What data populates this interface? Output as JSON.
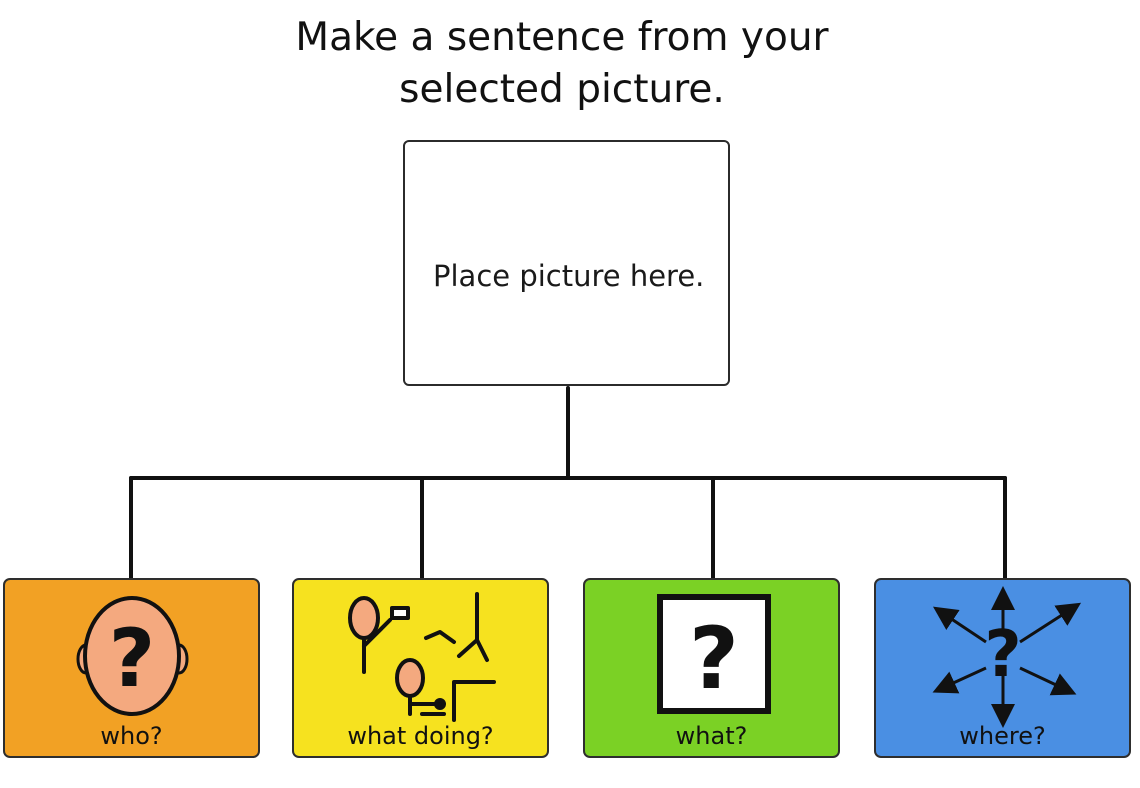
{
  "title": {
    "line1": "Make a sentence from your",
    "line2": "selected picture."
  },
  "center_box": {
    "placeholder": "Place picture here."
  },
  "cards": [
    {
      "label": "who?",
      "color": "#f2a124",
      "icon": "who-question-head-icon"
    },
    {
      "label": "what doing?",
      "color": "#f6e21f",
      "icon": "what-doing-actions-icon"
    },
    {
      "label": "what?",
      "color": "#7bd125",
      "icon": "what-question-box-icon"
    },
    {
      "label": "where?",
      "color": "#4a8fe3",
      "icon": "where-question-arrows-icon"
    }
  ]
}
